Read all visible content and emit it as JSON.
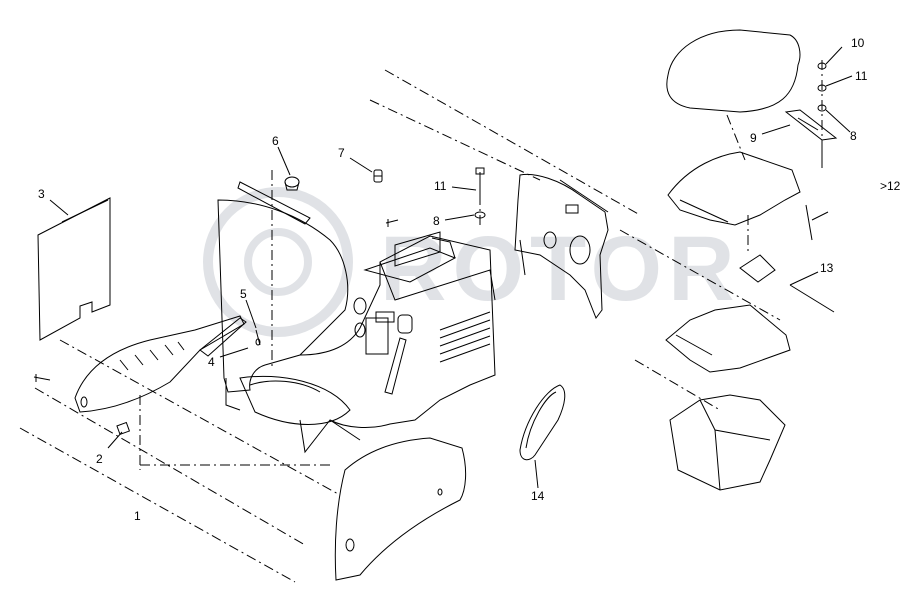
{
  "diagram": {
    "type": "exploded-parts-view",
    "line_color": "#000000",
    "background": "#ffffff",
    "watermark": {
      "text": "ROTOR",
      "color": "#c8ccd2"
    },
    "callouts": {
      "c1": "1",
      "c2": "2",
      "c3": "3",
      "c4": "4",
      "c5": "5",
      "c6": "6",
      "c7": "7",
      "c8a": "8",
      "c8b": "8",
      "c9": "9",
      "c10": "10",
      "c11a": "11",
      "c11b": "11",
      "c12": ">12",
      "c13": "13",
      "c14": "14"
    }
  }
}
